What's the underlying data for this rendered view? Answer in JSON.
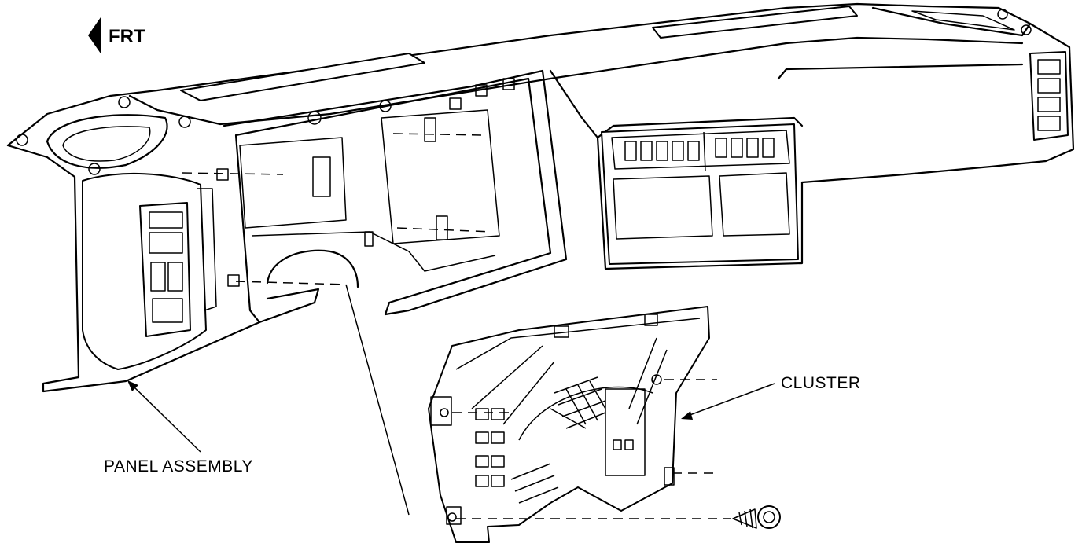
{
  "orientation": {
    "arrow_icon": "left-arrow-icon",
    "label": "FRT"
  },
  "callouts": {
    "panel_assembly": "PANEL ASSEMBLY",
    "cluster": "CLUSTER"
  }
}
